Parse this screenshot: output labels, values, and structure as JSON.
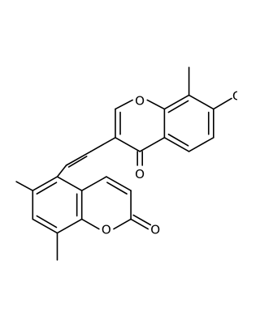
{
  "molecule": {
    "atoms": {
      "chlorine": "Cl",
      "oxygen_carbonyl_top": "O",
      "oxygen_ring_top": "O",
      "oxygen_ring_bottom": "O",
      "oxygen_carbonyl_bottom": "O"
    }
  }
}
